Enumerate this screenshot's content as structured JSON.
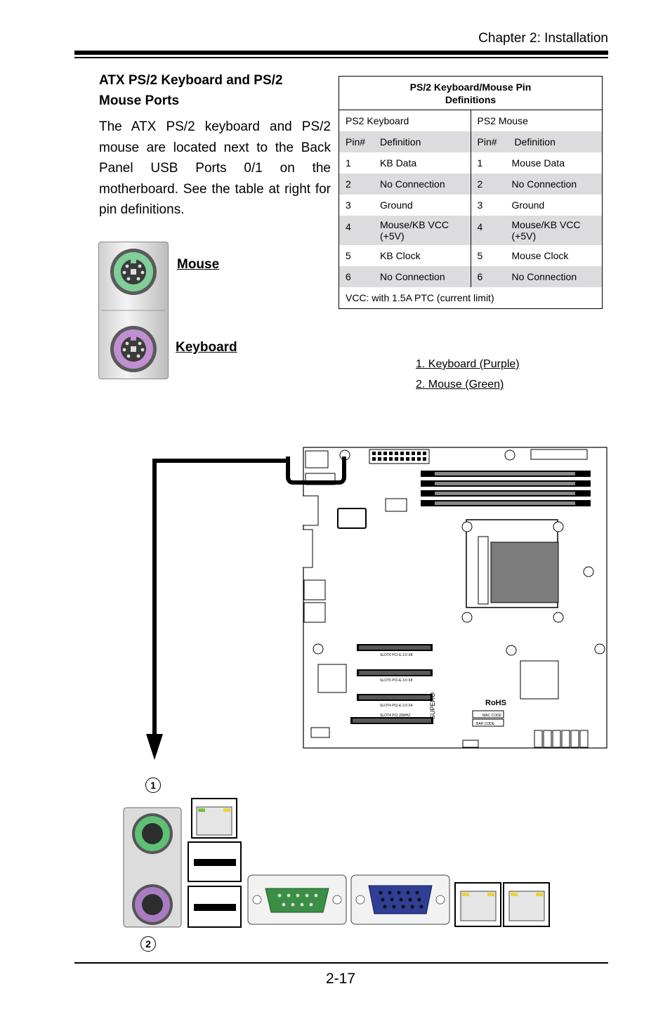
{
  "header": {
    "chapter": "Chapter 2: Installation"
  },
  "section": {
    "title": "ATX PS/2 Keyboard and PS/2 Mouse Ports",
    "body": "The ATX PS/2 keyboard and PS/2 mouse are located next to the Back Panel USB Ports 0/1 on the motherboard. See the table at right for pin definitions."
  },
  "table": {
    "title_line1": "PS/2 Keyboard/Mouse Pin",
    "title_line2": "Definitions",
    "group_keyboard": "PS2 Keyboard",
    "group_mouse": "PS2 Mouse",
    "col_pin": "Pin#",
    "col_def": "Definition",
    "rows": [
      {
        "kb_pin": "1",
        "kb_def": "KB Data",
        "ms_pin": "1",
        "ms_def": "Mouse Data"
      },
      {
        "kb_pin": "2",
        "kb_def": "No Connection",
        "ms_pin": "2",
        "ms_def": "No Connection"
      },
      {
        "kb_pin": "3",
        "kb_def": "Ground",
        "ms_pin": "3",
        "ms_def": "Ground"
      },
      {
        "kb_pin": "4",
        "kb_def": "Mouse/KB VCC (+5V)",
        "ms_pin": "4",
        "ms_def": "Mouse/KB VCC (+5V)"
      },
      {
        "kb_pin": "5",
        "kb_def": "KB Clock",
        "ms_pin": "5",
        "ms_def": "Mouse Clock"
      },
      {
        "kb_pin": "6",
        "kb_def": "No Connection",
        "ms_pin": "6",
        "ms_def": "No Connection"
      }
    ],
    "footnote": "VCC: with 1.5A PTC (current limit)"
  },
  "ports_figure": {
    "mouse_label": "Mouse",
    "keyboard_label": "Keyboard"
  },
  "legend": {
    "item1": "1. Keyboard (Purple)",
    "item2": "2. Mouse (Green)"
  },
  "board": {
    "slot1": "SLOT6 PCI-E 2.0 X8",
    "slot2": "SLOT5 PCI-E 3.0 X8",
    "slot3": "SLOT4 PCI-E 2.0 X4",
    "slot4": "SLOT4 PCI 33MHZ",
    "mac_code": "MAC CODE",
    "bar_code": "BAR CODE",
    "rohs": "RoHS",
    "brand": "SUPERO"
  },
  "callouts": {
    "c1": "1",
    "c2": "2"
  },
  "footer": {
    "page_number": "2-17"
  },
  "colors": {
    "mouse_green": "#6cbf8a",
    "keyboard_purple": "#b27fc0",
    "serial_green": "#3a8f45",
    "vga_blue": "#2f3f95"
  }
}
